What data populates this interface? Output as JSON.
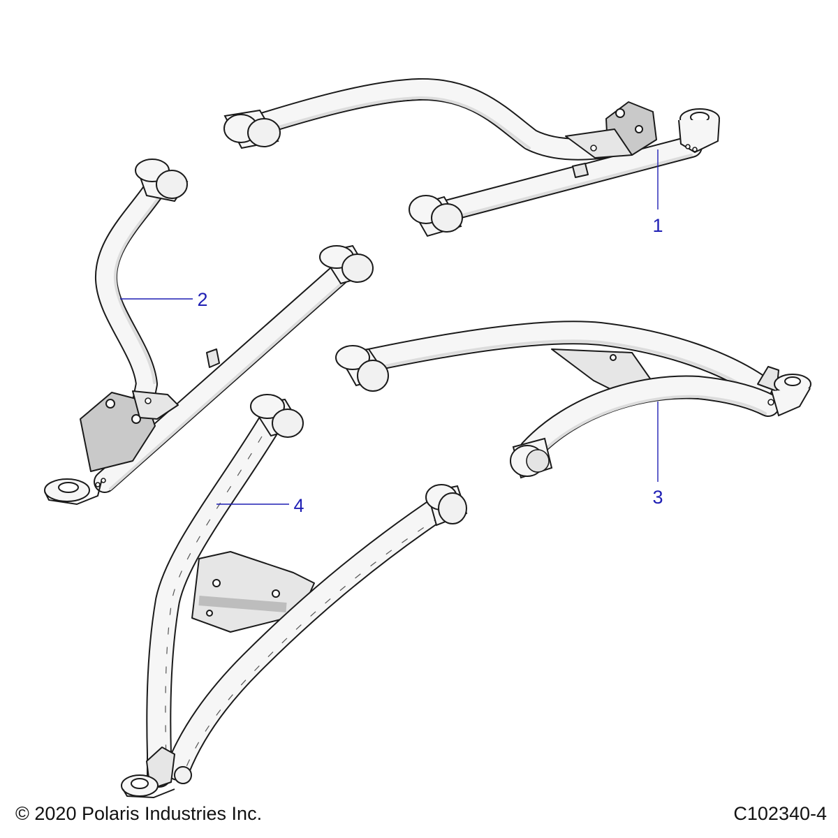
{
  "callouts": [
    {
      "id": "1",
      "label": "1"
    },
    {
      "id": "2",
      "label": "2"
    },
    {
      "id": "3",
      "label": "3"
    },
    {
      "id": "4",
      "label": "4"
    }
  ],
  "footer": {
    "copyright": "© 2020 Polaris Industries Inc.",
    "drawing_number": "C102340-4"
  },
  "colors": {
    "callout": "#1f1fb4",
    "outline": "#1a1a1a",
    "tube_fill": "#f6f6f6",
    "plate_fill": "#c9c9c9"
  }
}
